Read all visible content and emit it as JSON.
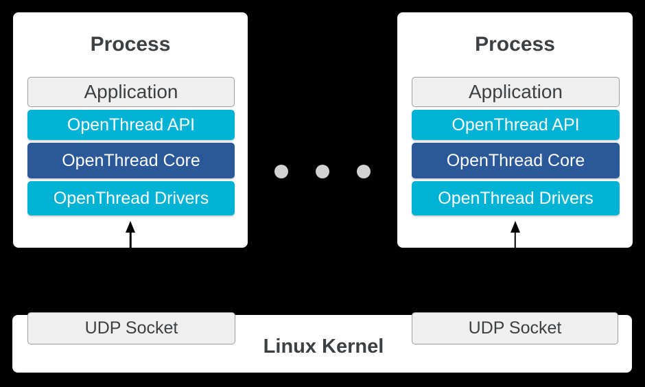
{
  "colors": {
    "background": "#000000",
    "card_bg": "#ffffff",
    "cyan": "#00b2d4",
    "blue": "#2b5899",
    "gray_fill": "#efefef",
    "gray_border": "#9e9e9e",
    "title_text": "#3c4043",
    "white_text": "#ffffff",
    "dot": "#d2d2d2",
    "arrow": "#000000"
  },
  "process_left": {
    "title": "Process",
    "layers": [
      {
        "label": "Application",
        "style": "gray"
      },
      {
        "label": "OpenThread API",
        "style": "cyan"
      },
      {
        "label": "OpenThread Core",
        "style": "blue"
      },
      {
        "label": "OpenThread Drivers",
        "style": "cyan"
      }
    ]
  },
  "process_right": {
    "title": "Process",
    "layers": [
      {
        "label": "Application",
        "style": "gray"
      },
      {
        "label": "OpenThread API",
        "style": "cyan"
      },
      {
        "label": "OpenThread Core",
        "style": "blue"
      },
      {
        "label": "OpenThread Drivers",
        "style": "cyan"
      }
    ]
  },
  "kernel": {
    "label": "Linux Kernel",
    "socket_left": "UDP Socket",
    "socket_right": "UDP Socket"
  }
}
